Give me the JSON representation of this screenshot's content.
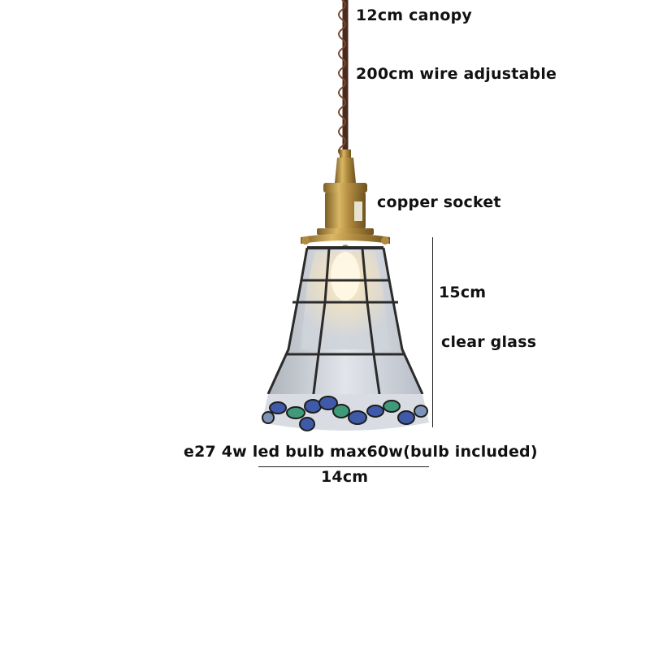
{
  "labels": {
    "canopy": "12cm canopy",
    "wire": "200cm wire adjustable",
    "socket": "copper socket",
    "height": "15cm",
    "glass": "clear glass",
    "bulb": "e27 4w led bulb max60w(bulb included)",
    "width": "14cm"
  },
  "colors": {
    "wire": "#4a2a1c",
    "brass": "#b08a3e",
    "glass": "#c9ccd2",
    "came": "#2b2b2b",
    "petal_blue": "#3f5aa8",
    "petal_green": "#3f9a7a"
  }
}
